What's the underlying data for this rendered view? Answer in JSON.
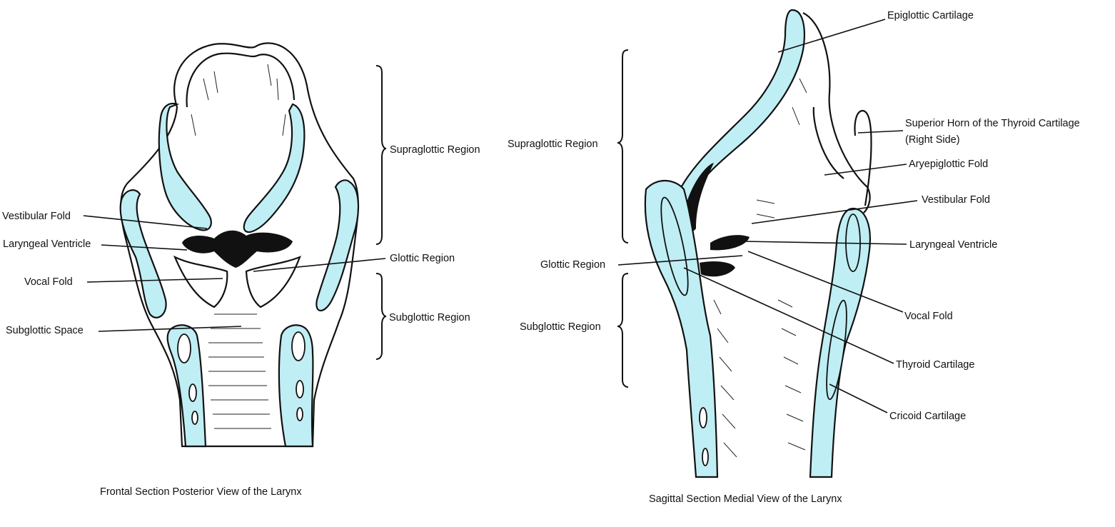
{
  "frontal": {
    "caption": "Frontal Section Posterior View of the Larynx",
    "labels": {
      "vestibular_fold": "Vestibular Fold",
      "laryngeal_ventricle": "Laryngeal Ventricle",
      "vocal_fold": "Vocal Fold",
      "subglottic_space": "Subglottic Space",
      "supraglottic_region": "Supraglottic Region",
      "glottic_region": "Glottic Region",
      "subglottic_region": "Subglottic Region"
    }
  },
  "sagittal": {
    "caption": "Sagittal Section Medial View of the Larynx",
    "labels": {
      "epiglottic_cartilage": "Epiglottic Cartilage",
      "superior_horn_line1": "Superior Horn of the Thyroid Cartilage",
      "superior_horn_line2": "(Right Side)",
      "aryepiglottic_fold": "Aryepiglottic Fold",
      "vestibular_fold": "Vestibular Fold",
      "laryngeal_ventricle": "Laryngeal Ventricle",
      "vocal_fold": "Vocal Fold",
      "thyroid_cartilage": "Thyroid Cartilage",
      "cricoid_cartilage": "Cricoid Cartilage",
      "supraglottic_region": "Supraglottic Region",
      "glottic_region": "Glottic Region",
      "subglottic_region": "Subglottic Region"
    }
  },
  "colors": {
    "cartilage": "#bfeef4",
    "outline": "#111111",
    "background": "#ffffff"
  }
}
